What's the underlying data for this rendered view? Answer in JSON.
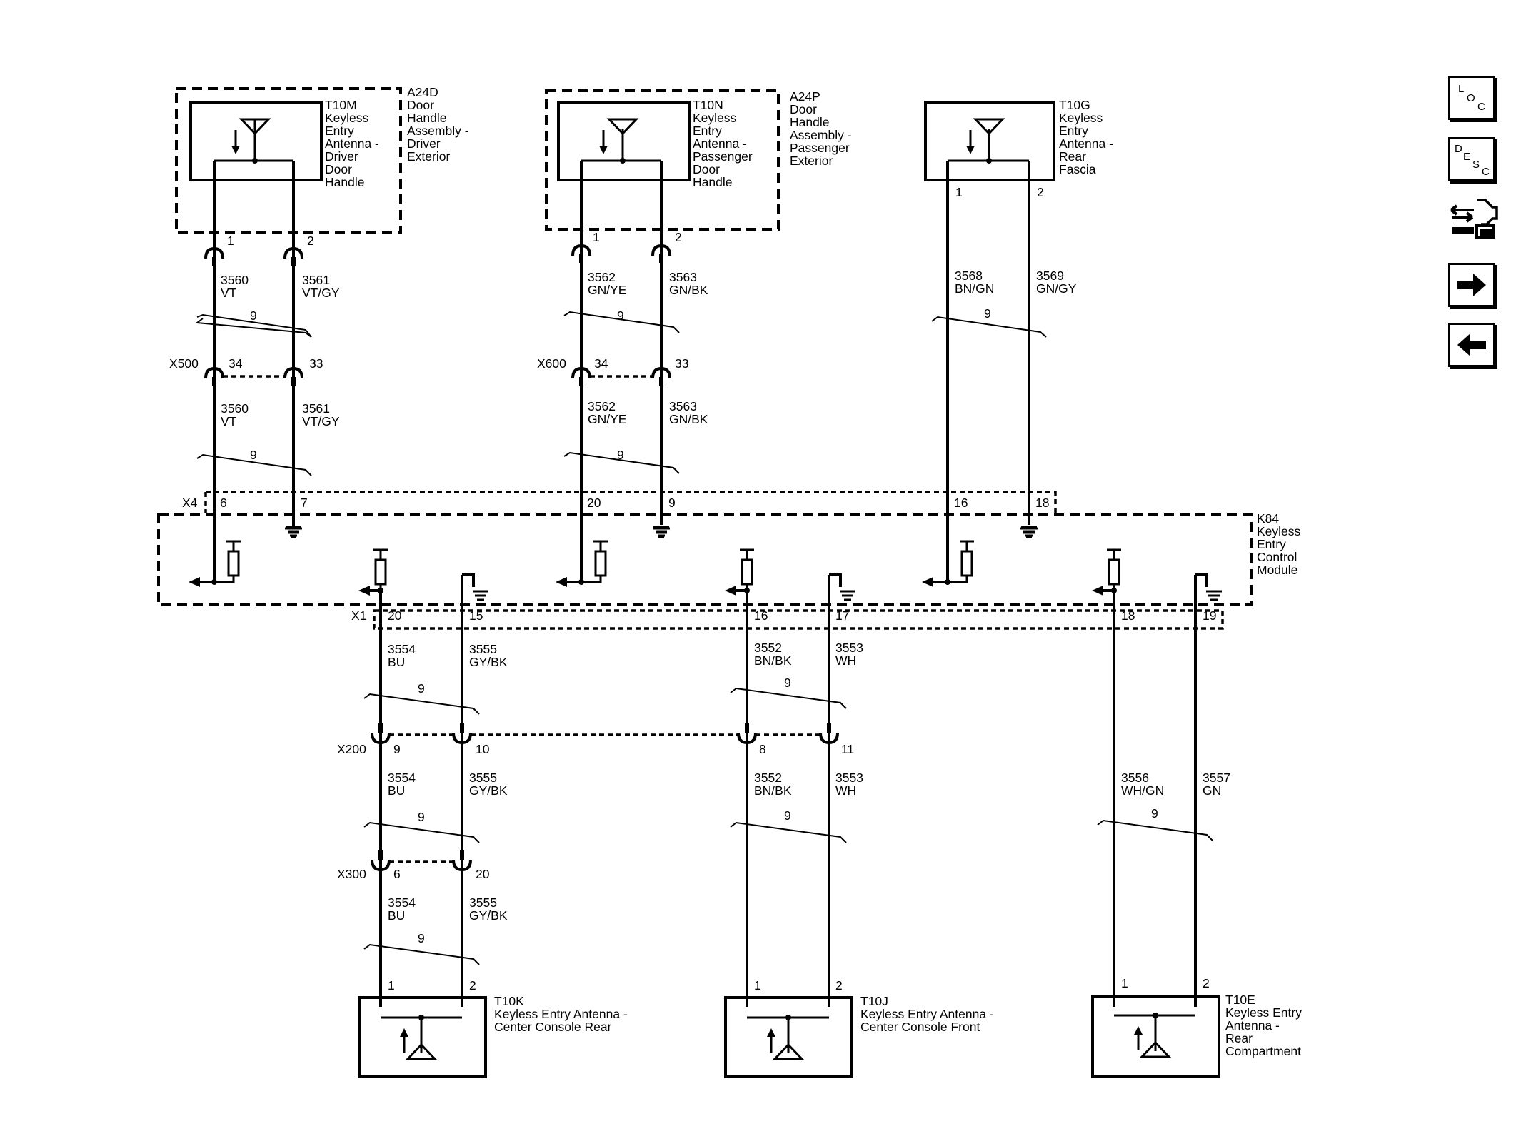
{
  "components": {
    "t10m": {
      "id": "T10M",
      "lines": [
        "Keyless",
        "Entry",
        "Antenna -",
        "Driver",
        "Door",
        "Handle"
      ]
    },
    "a24d": {
      "id": "A24D",
      "lines": [
        "Door",
        "Handle",
        "Assembly -",
        "Driver",
        "Exterior"
      ]
    },
    "t10n": {
      "id": "T10N",
      "lines": [
        "Keyless",
        "Entry",
        "Antenna -",
        "Passenger",
        "Door",
        "Handle"
      ]
    },
    "a24p": {
      "id": "A24P",
      "lines": [
        "Door",
        "Handle",
        "Assembly -",
        "Passenger",
        "Exterior"
      ]
    },
    "t10g": {
      "id": "T10G",
      "lines": [
        "Keyless",
        "Entry",
        "Antenna -",
        "Rear",
        "Fascia"
      ]
    },
    "k84": {
      "id": "K84",
      "lines": [
        "Keyless",
        "Entry",
        "Control",
        "Module"
      ]
    },
    "t10k": {
      "lines": [
        "T10K",
        "Keyless Entry Antenna -",
        "Center Console Rear"
      ]
    },
    "t10j": {
      "lines": [
        "T10J",
        "Keyless Entry Antenna -",
        "Center Console Front"
      ]
    },
    "t10e": {
      "lines": [
        "T10E",
        "Keyless Entry",
        "Antenna -",
        "Rear",
        "Compartment"
      ]
    }
  },
  "connectors": {
    "x500": "X500",
    "x600": "X600",
    "x4": "X4",
    "x1": "X1",
    "x200": "X200",
    "x300": "X300"
  },
  "pins": {
    "t10m_1": "1",
    "t10m_2": "2",
    "t10n_1": "1",
    "t10n_2": "2",
    "t10g_1": "1",
    "t10g_2": "2",
    "x500_34": "34",
    "x500_33": "33",
    "x600_34": "34",
    "x600_33": "33",
    "x4_6": "6",
    "x4_7": "7",
    "x4_20": "20",
    "x4_9": "9",
    "x4_16": "16",
    "x4_18": "18",
    "x1_20": "20",
    "x1_15": "15",
    "x1_16": "16",
    "x1_17": "17",
    "x1_18": "18",
    "x1_19": "19",
    "x200_9": "9",
    "x200_10": "10",
    "x200_8": "8",
    "x200_11": "11",
    "x300_6": "6",
    "x300_20": "20",
    "t10k_1": "1",
    "t10k_2": "2",
    "t10j_1": "1",
    "t10j_2": "2",
    "t10e_1": "1",
    "t10e_2": "2"
  },
  "wires": {
    "w3560": {
      "circuit": "3560",
      "color": "VT"
    },
    "w3561": {
      "circuit": "3561",
      "color": "VT/GY"
    },
    "w3562": {
      "circuit": "3562",
      "color": "GN/YE"
    },
    "w3563": {
      "circuit": "3563",
      "color": "GN/BK"
    },
    "w3568": {
      "circuit": "3568",
      "color": "BN/GN"
    },
    "w3569": {
      "circuit": "3569",
      "color": "GN/GY"
    },
    "w3554": {
      "circuit": "3554",
      "color": "BU"
    },
    "w3555": {
      "circuit": "3555",
      "color": "GY/BK"
    },
    "w3552": {
      "circuit": "3552",
      "color": "BN/BK"
    },
    "w3553": {
      "circuit": "3553",
      "color": "WH"
    },
    "w3556": {
      "circuit": "3556",
      "color": "WH/GN"
    },
    "w3557": {
      "circuit": "3557",
      "color": "GN"
    }
  },
  "twist_label": "9",
  "nav": {
    "loc": [
      "L",
      "O",
      "C"
    ],
    "desc": [
      "D",
      "E",
      "S",
      "C"
    ],
    "next_icon": "right-arrow-icon",
    "prev_icon": "left-arrow-icon",
    "service_icon": "connector-wrench-icon"
  }
}
